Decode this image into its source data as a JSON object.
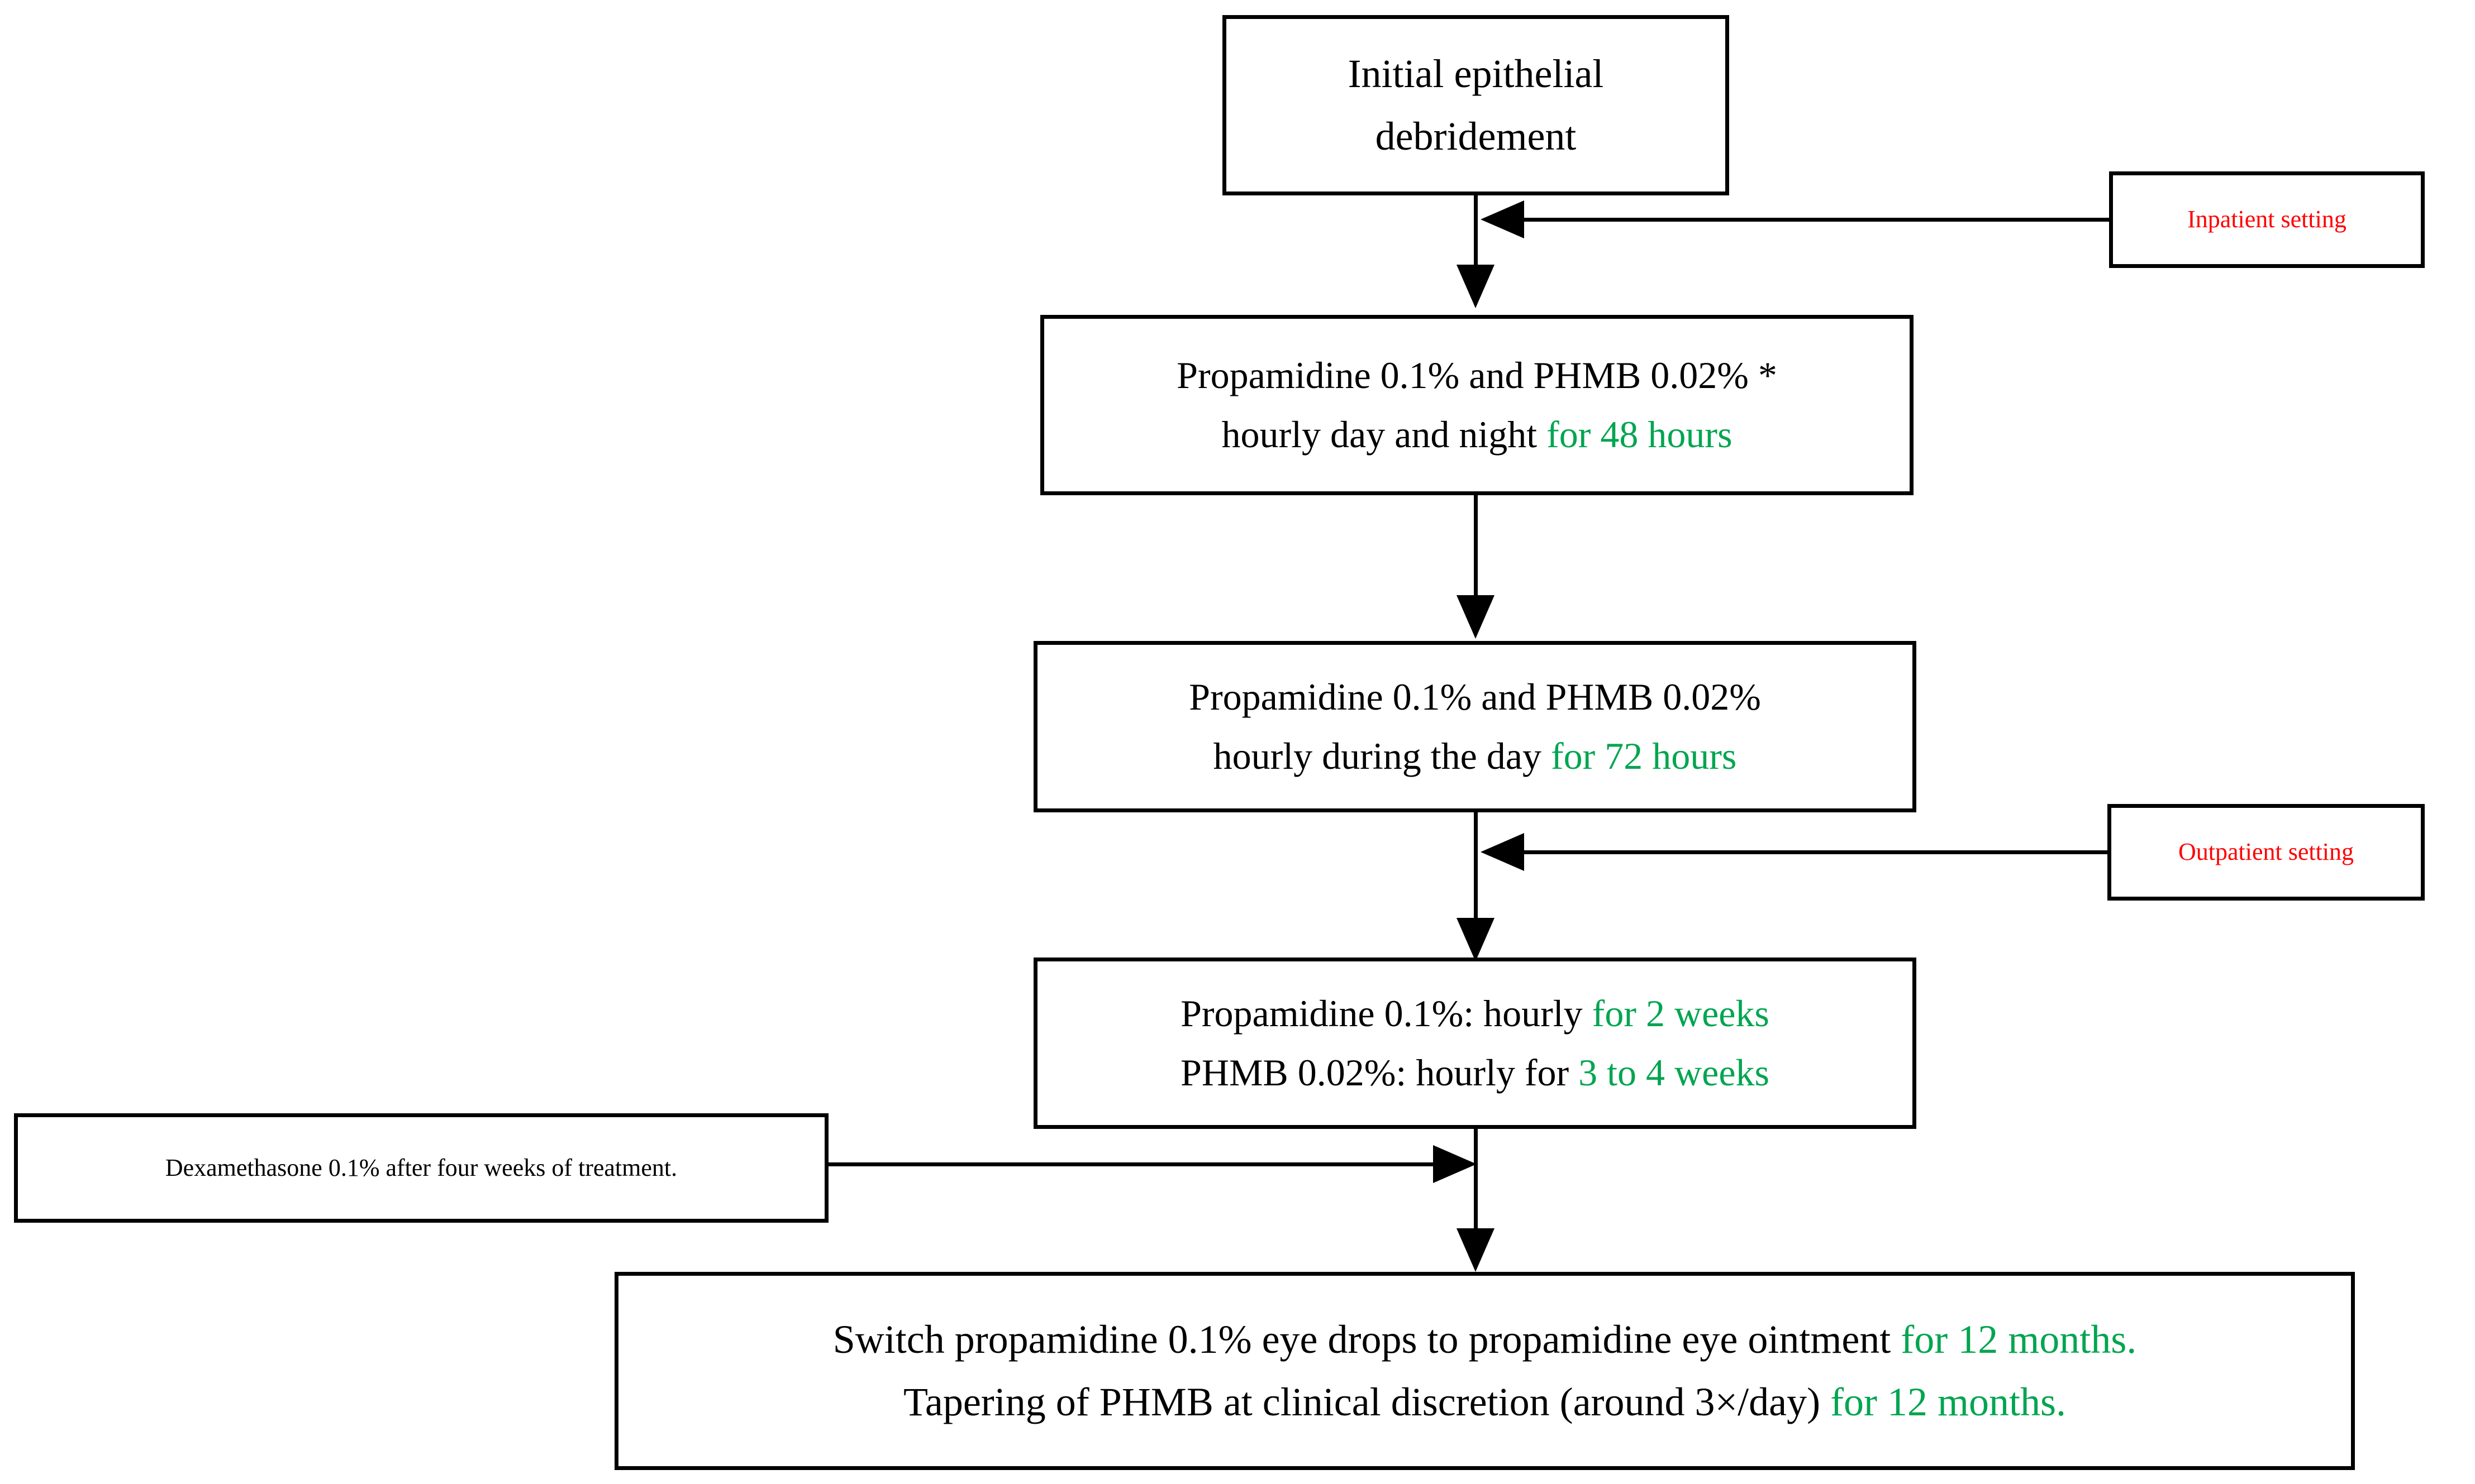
{
  "diagram": {
    "title": "Acanthamoeba keratitis treatment protocol flowchart",
    "colors": {
      "accent_green": "#00a550",
      "accent_red": "#ff0000",
      "stroke": "#000000",
      "background": "#ffffff"
    }
  },
  "nodes": {
    "debridement": {
      "line1": "Initial epithelial",
      "line2": "debridement"
    },
    "inpatient": {
      "label": "Inpatient setting"
    },
    "outpatient": {
      "label": "Outpatient setting"
    },
    "phase1": {
      "line1": "Propamidine 0.1% and PHMB 0.02% *",
      "line2_black": "hourly day and night ",
      "line2_green": "for 48 hours"
    },
    "phase2": {
      "line1": "Propamidine 0.1% and PHMB 0.02%",
      "line2_black": "hourly during the day ",
      "line2_green": "for 72 hours"
    },
    "phase3": {
      "line1_black": "Propamidine 0.1%: hourly ",
      "line1_green": "for 2 weeks",
      "line2_black": "PHMB 0.02%: hourly for ",
      "line2_green": "3 to 4 weeks"
    },
    "dexamethasone": {
      "label": "Dexamethasone 0.1% after four weeks of treatment."
    },
    "maintenance": {
      "line1_black": "Switch propamidine 0.1% eye drops to propamidine eye ointment ",
      "line1_green": "for 12 months.",
      "line2_black": "Tapering of PHMB at clinical discretion (around 3×/day) ",
      "line2_green": "for 12 months."
    }
  }
}
